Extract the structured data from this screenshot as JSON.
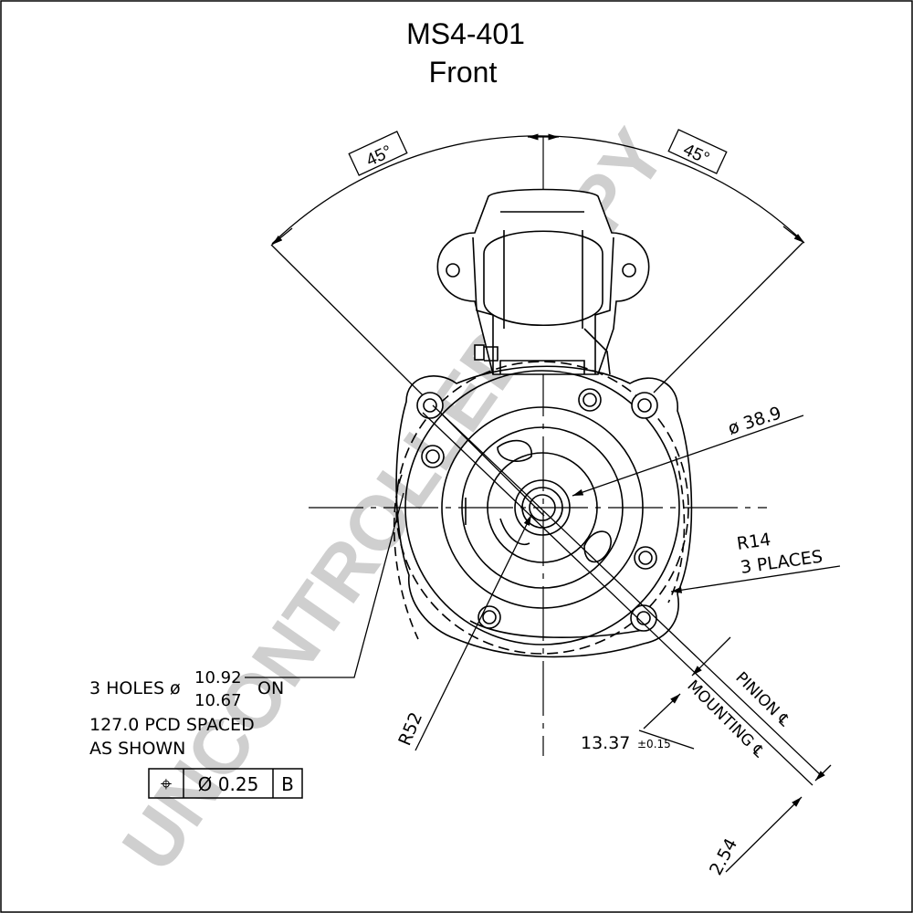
{
  "title": "MS4-401",
  "subtitle": "Front",
  "watermark": "UNCONTROLLED COPY",
  "angles": {
    "left": "45°",
    "right": "45°"
  },
  "dims": {
    "bore_diameter": "ø 38.9",
    "fillet_radius": "R14",
    "fillet_places": "3 PLACES",
    "pitch_radius": "R52",
    "offset_value": "13.37",
    "offset_tol": "±0.15",
    "offset_small": "2.54",
    "pinion_label": "PINION ℄",
    "mounting_label": "MOUNTING ℄"
  },
  "holes_note": {
    "line1_prefix": "3 HOLES ø",
    "upper_tol": "10.92",
    "lower_tol": "10.67",
    "line1_suffix": "ON",
    "line2": "127.0 PCD SPACED",
    "line3": "AS SHOWN"
  },
  "tolerance_frame": {
    "symbol": "⌖",
    "value": "Ø 0.25",
    "datum": "B"
  },
  "colors": {
    "line": "#000000",
    "watermark": "#cfcfcf"
  }
}
